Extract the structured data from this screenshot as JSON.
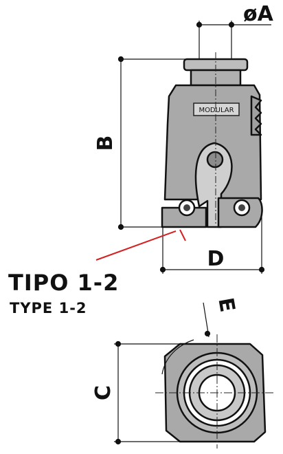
{
  "labels": {
    "dim_a": "øA",
    "dim_b": "B",
    "dim_c": "C",
    "dim_d": "D",
    "dim_e": "E",
    "stamp": "MODULAR"
  },
  "titles": {
    "main": "TIPO 1-2",
    "sub": "TYPE 1-2"
  },
  "colors": {
    "body_fill": "#a9a9a9",
    "outline": "#111111",
    "leader": "#d42020"
  }
}
